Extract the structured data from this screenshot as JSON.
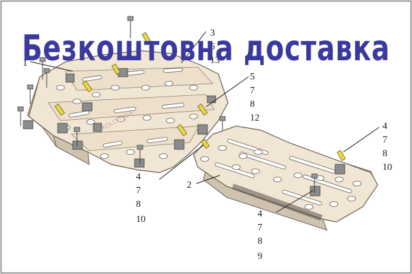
{
  "banner": {
    "text": "Безкоштовна доставка",
    "color": "#3a3a9e"
  },
  "watermark": {
    "text": "KOLCHUGA"
  },
  "callouts": {
    "c1": "1",
    "c3a": "3",
    "c3b": "6",
    "c3c": "13",
    "c5a": "5",
    "c5b": "7",
    "c5c": "8",
    "c5d": "12",
    "c4a": "4",
    "c4b": "7",
    "c4c": "8",
    "c4d": "10",
    "c4e": "4",
    "c4f": "7",
    "c4g": "8",
    "c4h": "10",
    "c2": "2",
    "c4i": "4",
    "c4j": "7",
    "c4k": "8",
    "c4l": "9"
  },
  "colors": {
    "plate_fill": "#f1e6d4",
    "plate_stroke": "#6b6257",
    "bolt_yellow": "#e8d840",
    "frame": "#7a7a7a"
  }
}
